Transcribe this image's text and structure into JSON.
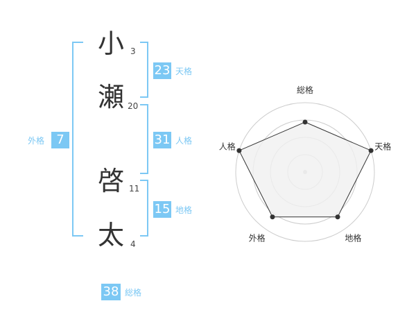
{
  "name": {
    "characters": [
      {
        "char": "小",
        "strokes": "3"
      },
      {
        "char": "瀬",
        "strokes": "20"
      },
      {
        "char": "啓",
        "strokes": "11"
      },
      {
        "char": "太",
        "strokes": "4"
      }
    ]
  },
  "fortune": {
    "tenkaku": {
      "value": "23",
      "label": "天格"
    },
    "jinkaku": {
      "value": "31",
      "label": "人格"
    },
    "chikaku": {
      "value": "15",
      "label": "地格"
    },
    "gaikaku": {
      "value": "7",
      "label": "外格"
    },
    "soukaku": {
      "value": "38",
      "label": "総格"
    }
  },
  "chart_data": {
    "type": "radar",
    "axes": [
      "総格",
      "天格",
      "地格",
      "外格",
      "人格"
    ],
    "values": [
      0.72,
      1.0,
      0.8,
      0.8,
      1.0
    ],
    "max": 1.0,
    "rings": 4,
    "colors": {
      "fill": "#f0f0f0",
      "line": "#333333",
      "grid": "#cccccc",
      "accent": "#7cc8f4"
    }
  }
}
